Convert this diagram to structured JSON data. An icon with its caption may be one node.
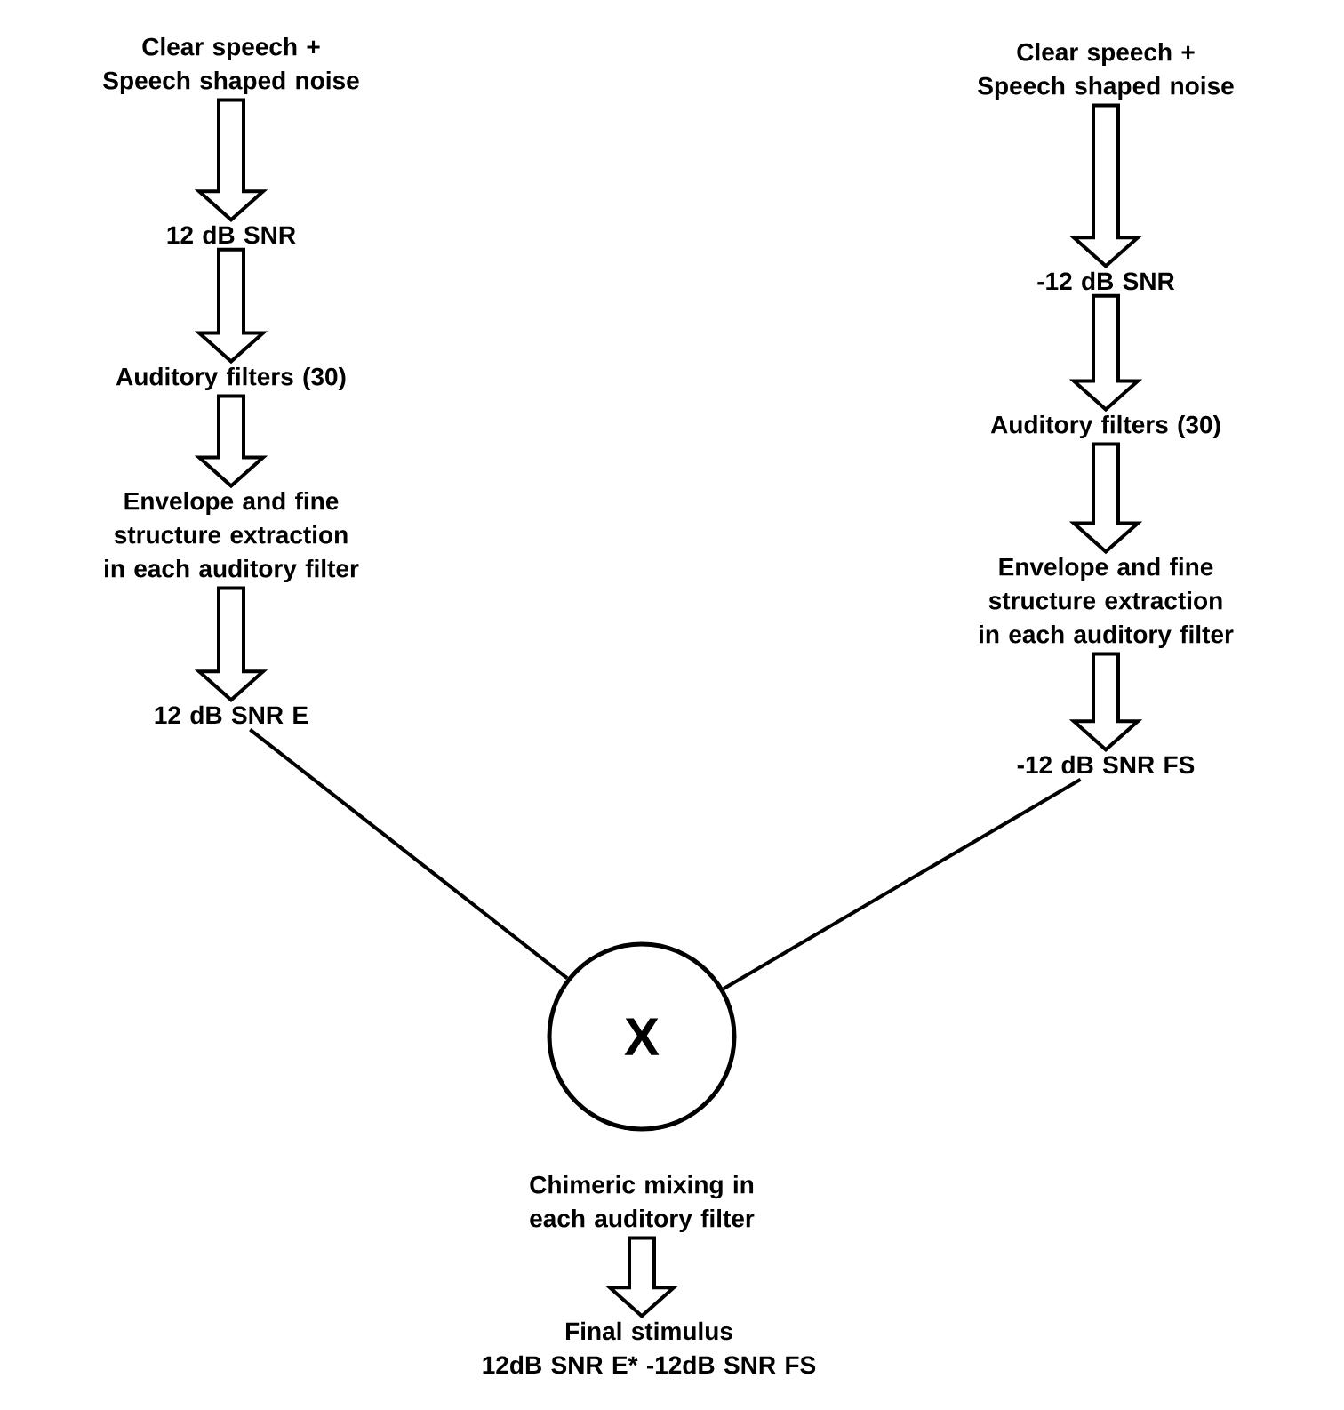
{
  "diagram": {
    "nodes": [
      {
        "text": [
          "Clear speech + Speech shaped noise"
        ]
      },
      {
        "text": [
          "12 dB SNR"
        ]
      },
      {
        "text": [
          "Auditory filters (30)"
        ]
      },
      {
        "text": [
          "Envelope and fine structure extraction in each auditory filter"
        ]
      },
      {
        "text": [
          "12 dB SNR E"
        ]
      },
      {
        "text": [
          "Clear speech + Speech shaped noise"
        ]
      },
      {
        "text": [
          "-12 dB SNR"
        ]
      },
      {
        "text": [
          "Auditory filters (30)"
        ]
      },
      {
        "text": [
          "Envelope and fine structure extraction in each auditory filter"
        ]
      },
      {
        "text": [
          "-12 dB SNR FS"
        ]
      },
      {
        "text": [
          "X"
        ]
      },
      {
        "text": [
          "Chimeric mixing in each auditory filter"
        ]
      },
      {
        "text": [
          "Final stimulus",
          "12dB SNR E* -12dB SNR FS"
        ]
      }
    ],
    "edges": [
      {
        "from": 0,
        "to": 1,
        "arrow": "to"
      },
      {
        "from": 1,
        "to": 2,
        "arrow": "to"
      },
      {
        "from": 2,
        "to": 3,
        "arrow": "to"
      },
      {
        "from": 3,
        "to": 4,
        "arrow": "to"
      },
      {
        "from": 5,
        "to": 6,
        "arrow": "to"
      },
      {
        "from": 6,
        "to": 7,
        "arrow": "to"
      },
      {
        "from": 7,
        "to": 8,
        "arrow": "to"
      },
      {
        "from": 8,
        "to": 9,
        "arrow": "to"
      },
      {
        "from": 4,
        "to": 10,
        "arrow": "none"
      },
      {
        "from": 9,
        "to": 10,
        "arrow": "none"
      },
      {
        "from": 11,
        "to": 12,
        "arrow": "to"
      }
    ]
  }
}
